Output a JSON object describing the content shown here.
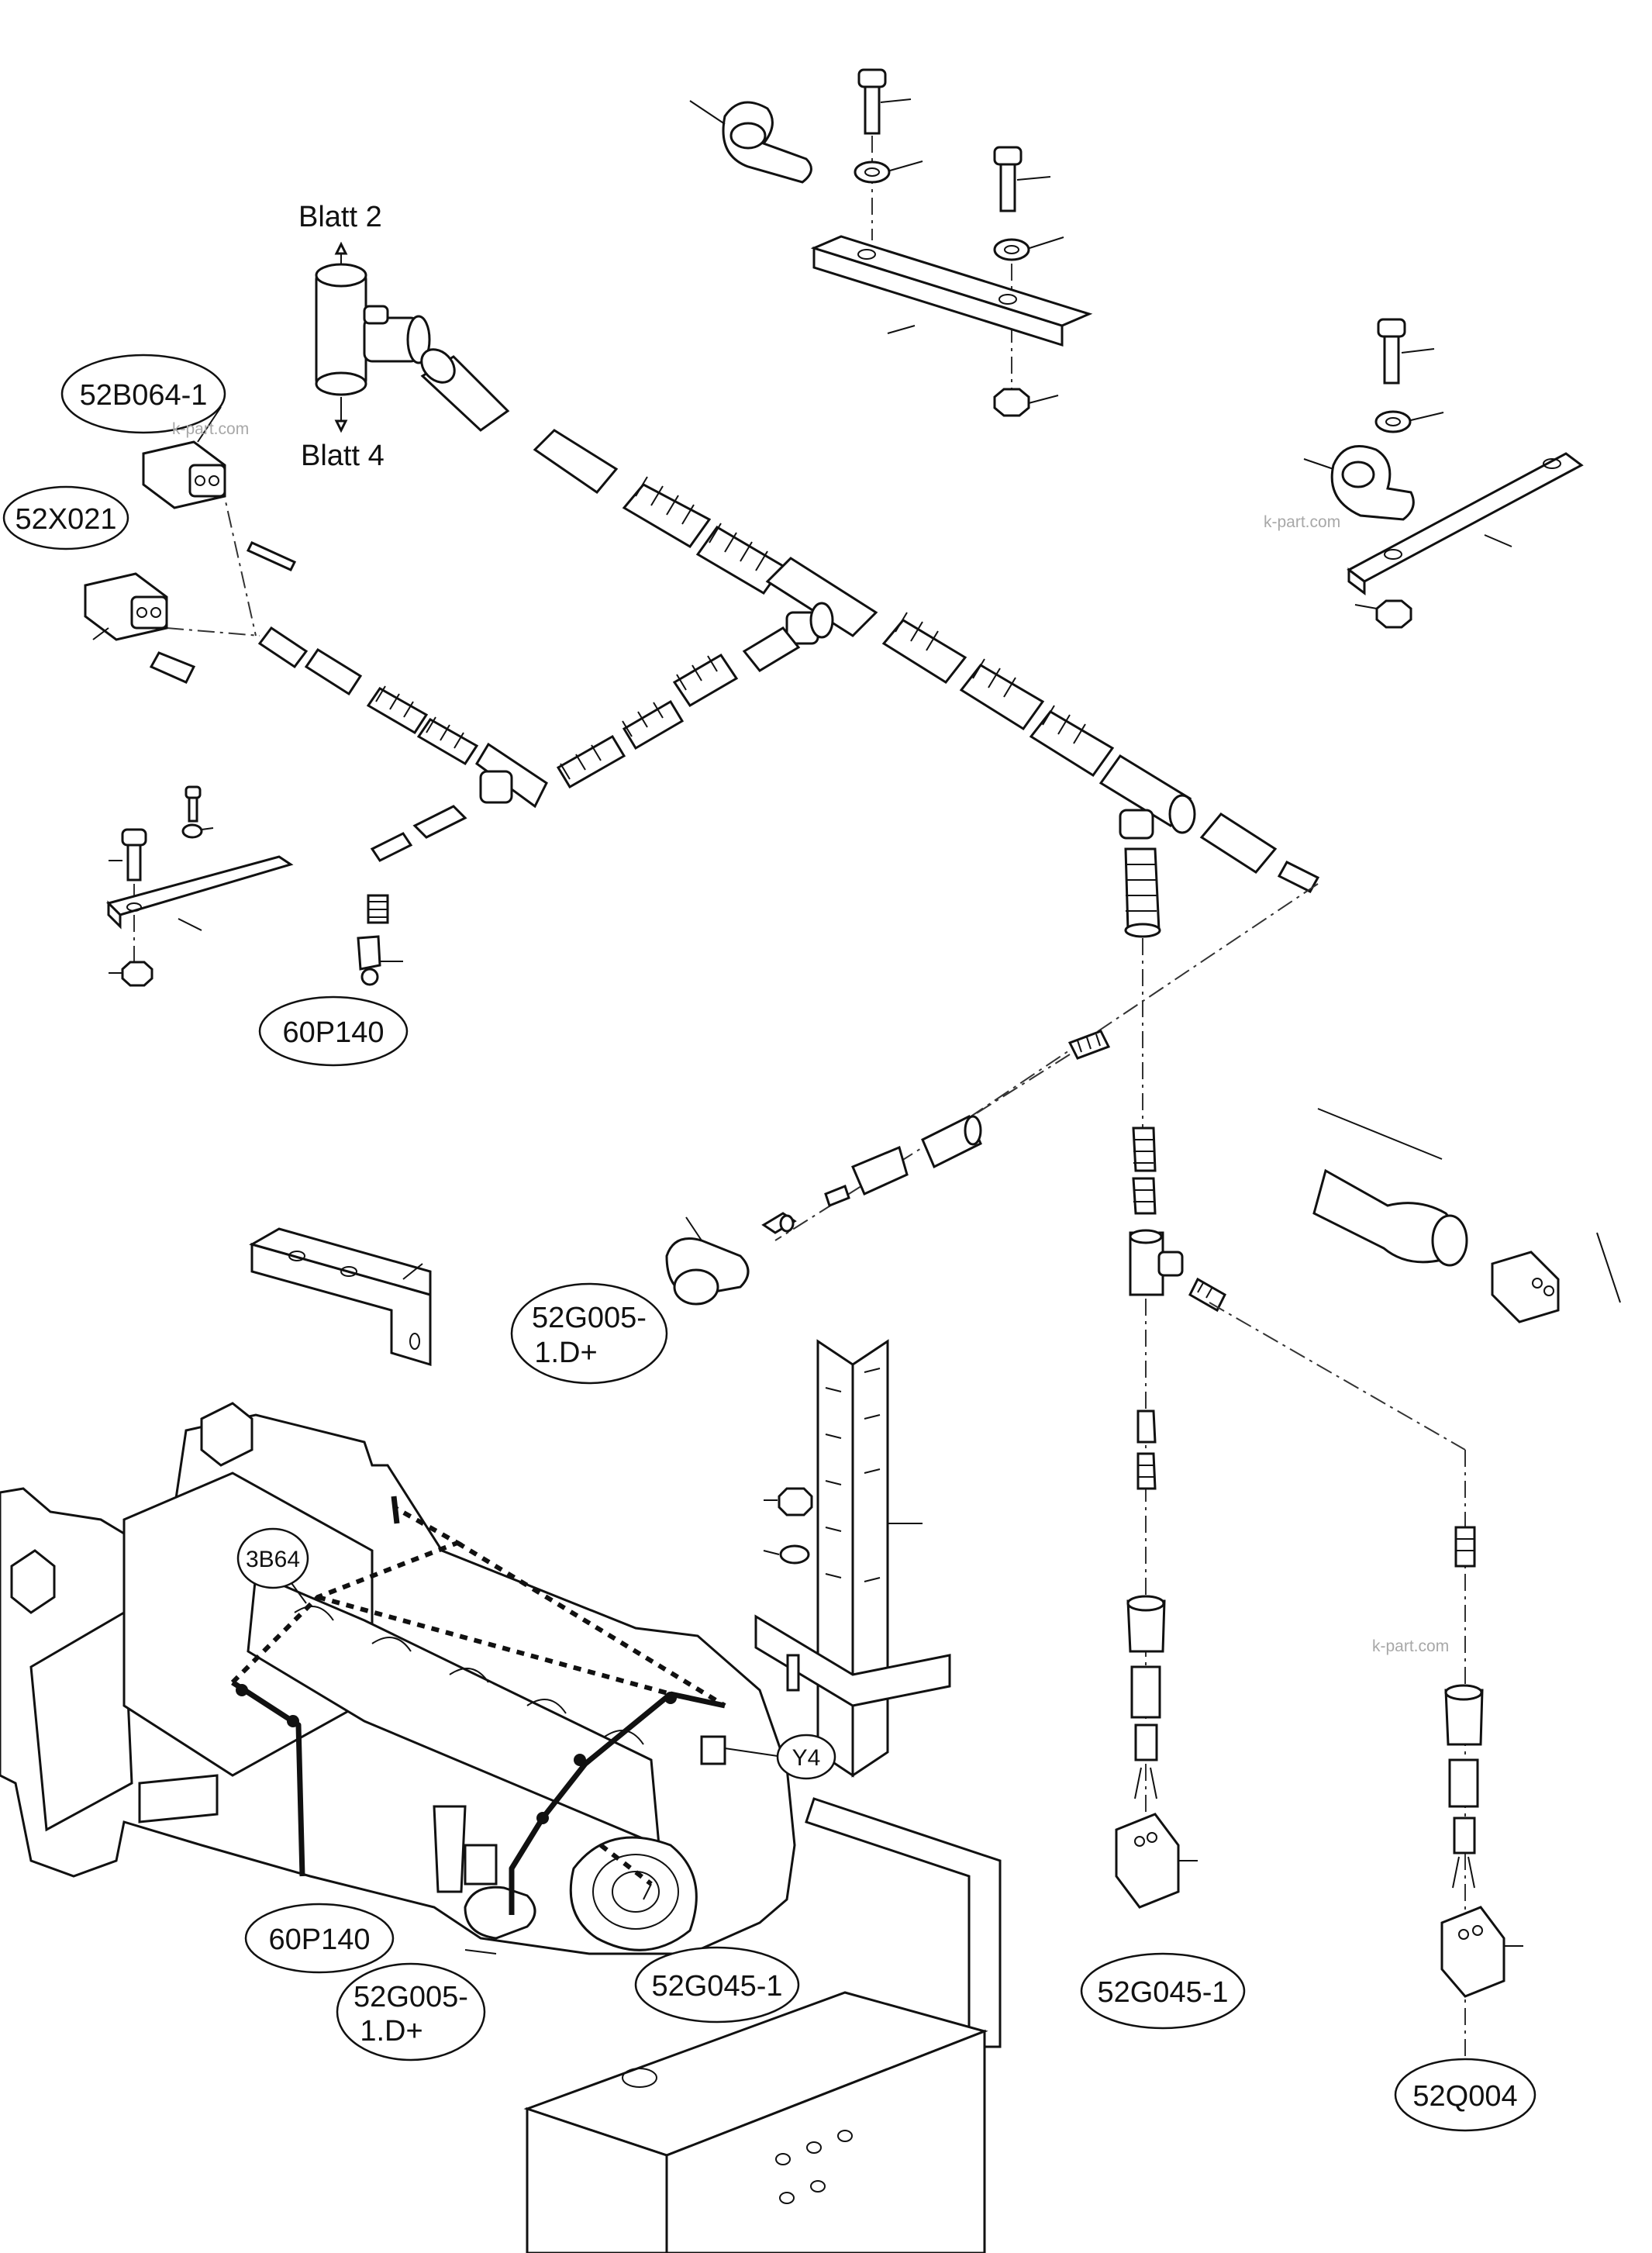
{
  "labels": {
    "sheet_up": "Blatt 2",
    "sheet_down": "Blatt 4",
    "conn_52B064": "52B064-1",
    "conn_52X021": "52X021",
    "sensor_60P140": "60P140",
    "alt_52G005_l1": "52G005-",
    "alt_52G005_l2": "1.D+",
    "start_52G045": "52G045-1",
    "q_52Q004": "52Q004",
    "engine_3B64": "3B64",
    "engine_Y4": "Y4",
    "engine_60P140": "60P140",
    "engine_52G005_l1": "52G005-",
    "engine_52G005_l2": "1.D+",
    "engine_52G045": "52G045-1"
  },
  "watermark": "k-part.com"
}
